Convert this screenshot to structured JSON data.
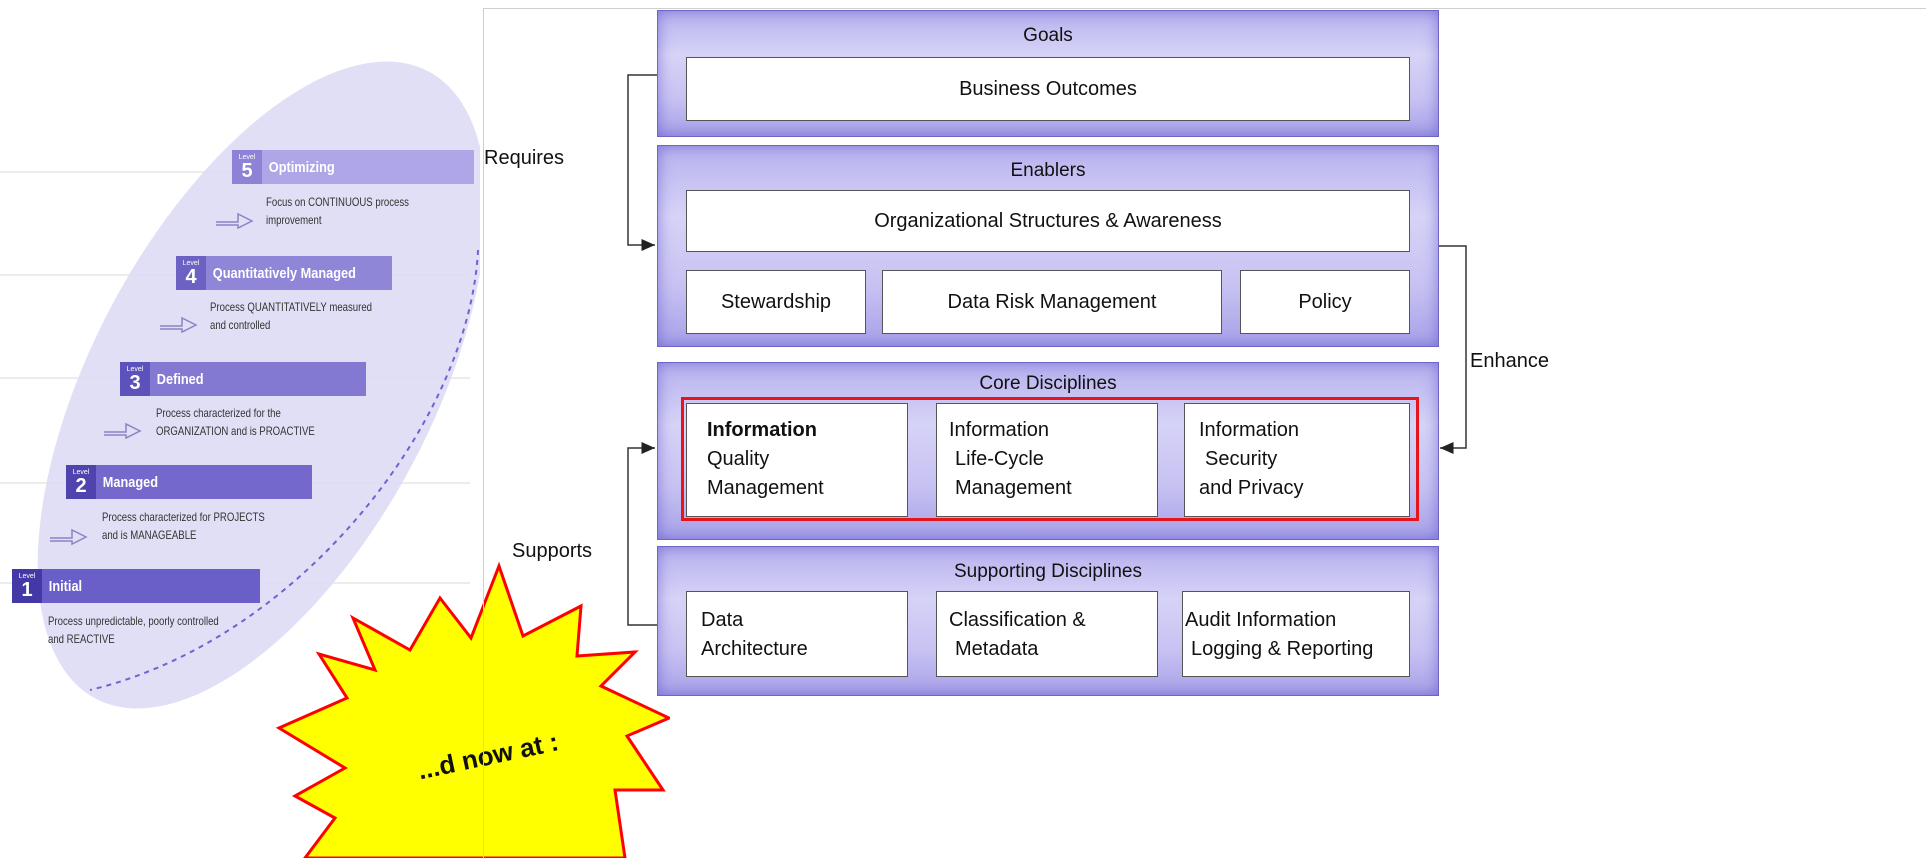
{
  "cmmi": {
    "levels": [
      {
        "level_tag": "Level",
        "num": "5",
        "name": "Optimizing",
        "desc": [
          "Focus on CONTINUOUS process",
          "improvement"
        ]
      },
      {
        "level_tag": "Level",
        "num": "4",
        "name": "Quantitatively Managed",
        "desc": [
          "Process QUANTITATIVELY measured",
          "and controlled"
        ]
      },
      {
        "level_tag": "Level",
        "num": "3",
        "name": "Defined",
        "desc": [
          "Process characterized for the",
          "ORGANIZATION and is PROACTIVE"
        ]
      },
      {
        "level_tag": "Level",
        "num": "2",
        "name": "Managed",
        "desc": [
          "Process characterized for PROJECTS",
          "and is MANAGEABLE"
        ]
      },
      {
        "level_tag": "Level",
        "num": "1",
        "name": "Initial",
        "desc": [
          "Process unpredictable, poorly controlled",
          "and REACTIVE"
        ]
      }
    ]
  },
  "burst": {
    "text": "...d now at :",
    "fill": "#ffff00",
    "stroke": "#ff0000"
  },
  "framework": {
    "labels": {
      "requires": "Requires",
      "supports": "Supports",
      "enhance": "Enhance"
    },
    "goals": {
      "title": "Goals",
      "box": "Business Outcomes"
    },
    "enablers": {
      "title": "Enablers",
      "top_box": "Organizational Structures & Awareness",
      "boxes": [
        "Stewardship",
        "Data Risk Management",
        "Policy"
      ]
    },
    "core": {
      "title": "Core Disciplines",
      "boxes": [
        {
          "line1": "Information",
          "line2": "Quality",
          "line3": "Management"
        },
        {
          "line1": "Information",
          "line2": "Life-Cycle",
          "line3": "Management"
        },
        {
          "line1": "Information",
          "line2": "Security",
          "line3": "and Privacy"
        }
      ],
      "highlight_color": "#e8141b"
    },
    "supporting": {
      "title": "Supporting Disciplines",
      "boxes": [
        {
          "line1": "Data",
          "line2": "Architecture"
        },
        {
          "line1": "Classification &",
          "line2": "Metadata"
        },
        {
          "line1": "Audit Information",
          "line2": "Logging & Reporting"
        }
      ]
    }
  }
}
